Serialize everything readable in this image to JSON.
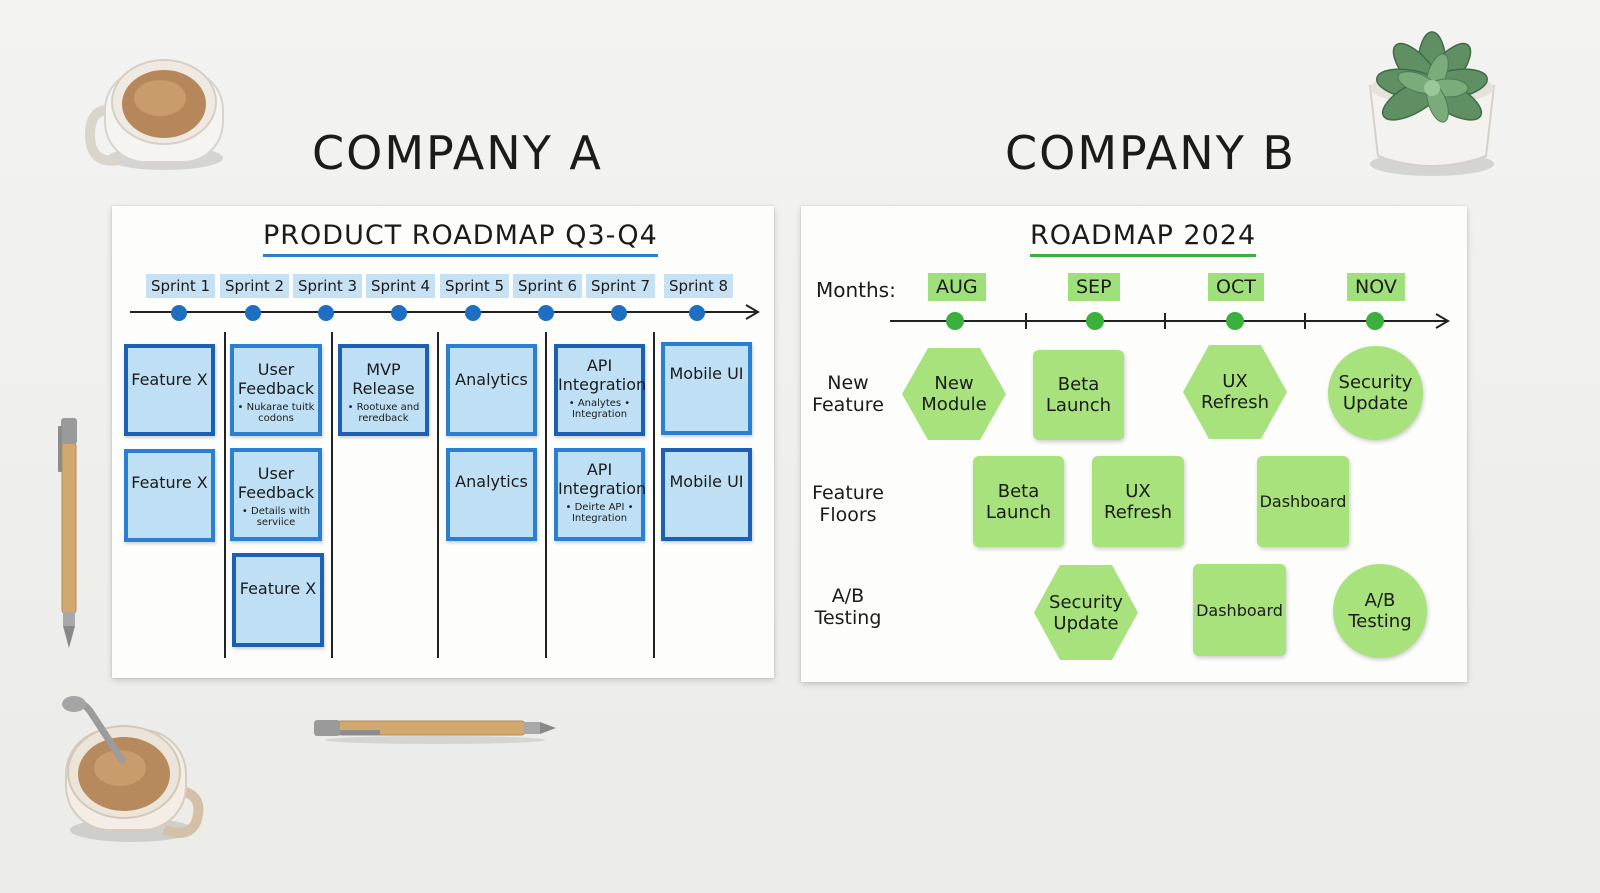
{
  "company_a": {
    "title": "COMPANY A",
    "board_title": "PRODUCT ROADMAP Q3-Q4",
    "sprints": [
      "Sprint 1",
      "Sprint 2",
      "Sprint 3",
      "Sprint 4",
      "Sprint 5",
      "Sprint 6",
      "Sprint 7",
      "Sprint 8"
    ],
    "notes": [
      {
        "title": "Feature X",
        "sub": ""
      },
      {
        "title": "User Feedback",
        "sub": "• Nukarae tuitk codons"
      },
      {
        "title": "MVP Release",
        "sub": "• Rootuxe and reredback"
      },
      {
        "title": "Analytics",
        "sub": ""
      },
      {
        "title": "API Integration",
        "sub": "• Analytes • Integration"
      },
      {
        "title": "Mobile UI",
        "sub": ""
      },
      {
        "title": "Feature X",
        "sub": ""
      },
      {
        "title": "User Feedback",
        "sub": "• Details with serviice"
      },
      {
        "title": "Analytics",
        "sub": ""
      },
      {
        "title": "API Integration",
        "sub": "• Deirte API • Integration"
      },
      {
        "title": "Mobile UI",
        "sub": ""
      },
      {
        "title": "Feature X",
        "sub": ""
      }
    ]
  },
  "company_b": {
    "title": "COMPANY B",
    "board_title": "ROADMAP 2024",
    "months_label": "Months:",
    "months": [
      "AUG",
      "SEP",
      "OCT",
      "NOV"
    ],
    "rows": [
      "New Feature",
      "Feature Floors",
      "A/B Testing"
    ],
    "notes": [
      {
        "label": "New Module",
        "shape": "hexagon"
      },
      {
        "label": "Beta Launch",
        "shape": "square"
      },
      {
        "label": "UX Refresh",
        "shape": "hexagon"
      },
      {
        "label": "Security Update",
        "shape": "circle"
      },
      {
        "label": "Beta Launch",
        "shape": "square"
      },
      {
        "label": "UX Refresh",
        "shape": "square"
      },
      {
        "label": "Dashboard",
        "shape": "square"
      },
      {
        "label": "Security Update",
        "shape": "hexagon"
      },
      {
        "label": "Dashboard",
        "shape": "square"
      },
      {
        "label": "A/B Testing",
        "shape": "circle"
      }
    ]
  },
  "colors": {
    "blue_note": "#bfe0f4",
    "blue_border": "#2a7fd0",
    "green_note": "#a8e27c",
    "green_dot": "#3cb03c",
    "timeline_dot": "#1e6fc4"
  },
  "objects": [
    "coffee-cup",
    "coffee-cup",
    "pen",
    "pen",
    "succulent-plant"
  ]
}
